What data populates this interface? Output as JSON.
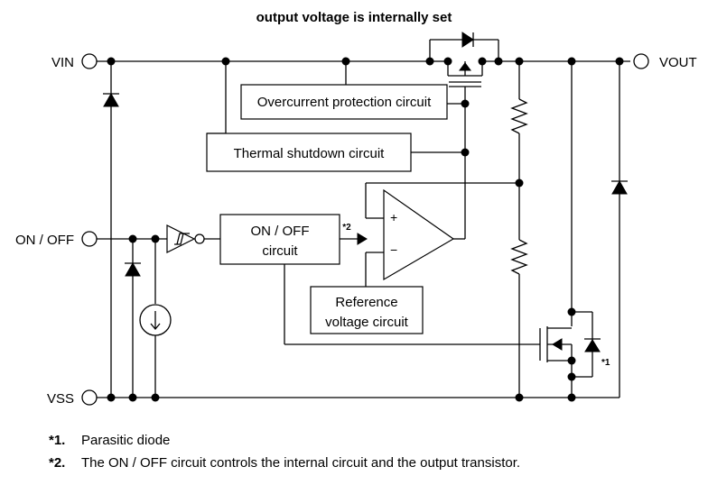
{
  "title": "output voltage is internally set",
  "pins": {
    "vin": "VIN",
    "vout": "VOUT",
    "on_off": "ON / OFF",
    "vss": "VSS"
  },
  "blocks": {
    "overcurrent": "Overcurrent protection circuit",
    "thermal": "Thermal shutdown circuit",
    "on_off_line1": "ON / OFF",
    "on_off_line2": "circuit",
    "reference_line1": "Reference",
    "reference_line2": "voltage circuit"
  },
  "opamp": {
    "plus": "+",
    "minus": "−"
  },
  "markers": {
    "m1": "*1",
    "m2": "*2"
  },
  "notes": [
    {
      "mark": "*1.",
      "text": "Parasitic diode"
    },
    {
      "mark": "*2.",
      "text": "The ON / OFF circuit controls the internal circuit and the output transistor."
    }
  ]
}
